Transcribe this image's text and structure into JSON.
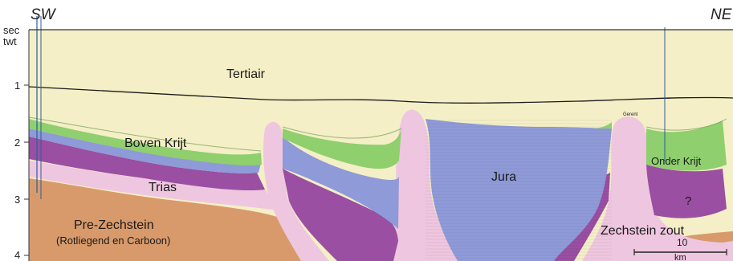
{
  "directions": {
    "left": "SW",
    "right": "NE"
  },
  "axis": {
    "unit_top": "sec",
    "unit_bottom": "twt",
    "ticks": [
      "1",
      "2",
      "3",
      "4"
    ]
  },
  "units": {
    "tertiair": "Tertiair",
    "boven_krijt": "Boven Krijt",
    "trias": "Trias",
    "jura": "Jura",
    "onder_krijt": "Onder Krijt",
    "question": "?",
    "pre_zechstein": "Pre-Zechstein",
    "pre_zechstein_sub": "(Rotliegend en Carboon)",
    "zechstein_zout": "Zechstein zout",
    "small_label": "Gerent"
  },
  "scale_bar": {
    "value": "10",
    "unit": "km"
  },
  "colors": {
    "tertiair": "#f4efc6",
    "boven_krijt": "#8fcf6e",
    "trias": "#9a4fa2",
    "jura": "#8f9ad8",
    "zout": "#efc6df",
    "pre_zechstein": "#d89a6a"
  }
}
